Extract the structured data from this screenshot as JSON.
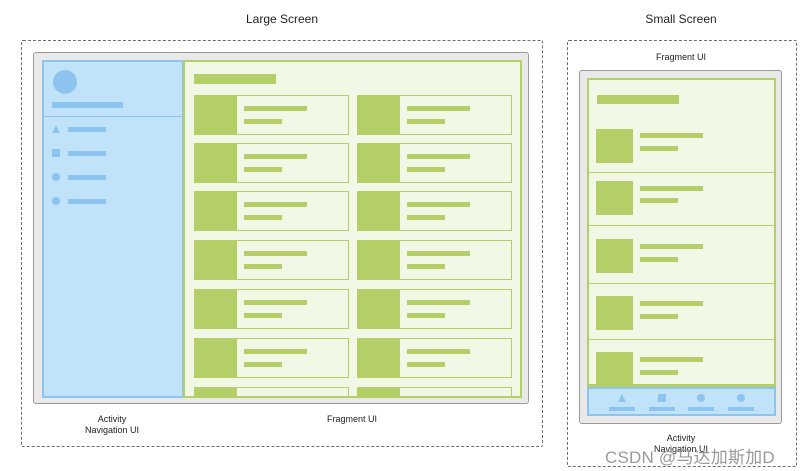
{
  "large_screen": {
    "title": "Large Screen",
    "caption_nav": "Activity\nNavigation UI",
    "caption_fragment": "Fragment UI",
    "nav_items": [
      {
        "icon": "triangle-icon"
      },
      {
        "icon": "square-icon"
      },
      {
        "icon": "circle-icon"
      },
      {
        "icon": "circle-icon"
      }
    ]
  },
  "small_screen": {
    "title": "Small Screen",
    "caption_fragment": "Fragment UI",
    "caption_nav": "Activity\nNavigation UI",
    "bottom_nav_items": [
      {
        "icon": "triangle-icon"
      },
      {
        "icon": "square-icon"
      },
      {
        "icon": "circle-icon"
      },
      {
        "icon": "circle-icon"
      }
    ]
  },
  "watermark": "CSDN @马达加斯加D",
  "colors": {
    "green": "#b4cf67",
    "green_light": "#f1f8e6",
    "blue": "#8cc4ef",
    "blue_light": "#c1e3fa"
  }
}
